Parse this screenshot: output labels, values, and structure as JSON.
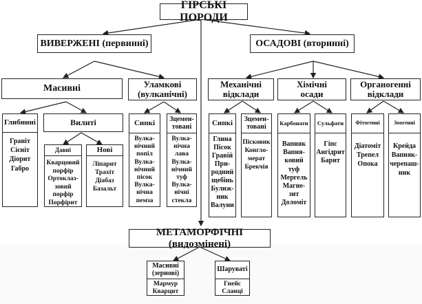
{
  "title": "ГІРСЬКІ ПОРОДИ",
  "igneous": {
    "label": "ВИВЕРЖЕНІ (первинні)",
    "massive": {
      "label": "Масивні",
      "deep": {
        "label": "Глибинні",
        "items": [
          "Граніт",
          "Сієніт",
          "Діорит",
          "Габро"
        ]
      },
      "effusive": {
        "label": "Вилиті",
        "old": {
          "label": "Давні",
          "items": [
            "Кварцовий",
            "порфір",
            "Ортоклаз-",
            "зовий",
            "порфір",
            "Порфірит"
          ]
        },
        "new": {
          "label": "Нові",
          "items": [
            "Ліпарит",
            "Трахіт",
            "Діабаз",
            "Базальт"
          ]
        }
      }
    },
    "clastic": {
      "label_line1": "Уламкові",
      "label_line2": "(вулканічні)",
      "loose": {
        "label": "Сипкі",
        "items": [
          "Вулка-",
          "нічний",
          "попіл",
          "Вулка-",
          "нічний",
          "пісок",
          "Вулка-",
          "нічна",
          "пемза"
        ]
      },
      "cemented": {
        "label_line1": "Зцемен-",
        "label_line2": "товані",
        "items": [
          "Вулка-",
          "нічна",
          "лава",
          "Вулка-",
          "нічний",
          "туф",
          "Вулка-",
          "нічні",
          "стекла"
        ]
      }
    }
  },
  "sedimentary": {
    "label": "ОСАДОВІ (вторинні)",
    "mechanical": {
      "label_line1": "Механічні",
      "label_line2": "відклади",
      "loose": {
        "label": "Сипкі",
        "items": [
          "Глина",
          "Пісок",
          "Гравій",
          "При-",
          "родний",
          "щебінь",
          "Булиж-",
          "ник",
          "Валуни"
        ]
      },
      "cemented": {
        "label_line1": "Зцемен-",
        "label_line2": "товані",
        "items": [
          "Пісковик",
          "Конгло-",
          "мерат",
          "Брекчія"
        ]
      }
    },
    "chemical": {
      "label_line1": "Хімічні",
      "label_line2": "осади",
      "carbonates": {
        "label": "Карбонати",
        "items": [
          "Вапняк",
          "Вапня-",
          "ковий",
          "туф",
          "Мергель",
          "Магне-",
          "зит",
          "Доломіт"
        ]
      },
      "sulfates": {
        "label": "Сульфати",
        "items": [
          "Гіпс",
          "Ангідрит",
          "Барит"
        ]
      }
    },
    "organogenic": {
      "label_line1": "Органогенні",
      "label_line2": "відклади",
      "phyto": {
        "label": "Фітогенні",
        "items": [
          "Діатоміт",
          "Трепел",
          "Опока"
        ]
      },
      "zoo": {
        "label": "Зоогенні",
        "items": [
          "Крейда",
          "Вапняк-",
          "черепаш-",
          "ник"
        ]
      }
    }
  },
  "metamorphic": {
    "label": "МЕТАМОРФІЧНІ (видозмінені)",
    "massive": {
      "label_line1": "Масивні",
      "label_line2": "(зернові)",
      "items": [
        "Мармур",
        "Кварцит"
      ]
    },
    "layered": {
      "label": "Шаруваті",
      "items": [
        "Гнейс",
        "Сланці"
      ]
    }
  }
}
